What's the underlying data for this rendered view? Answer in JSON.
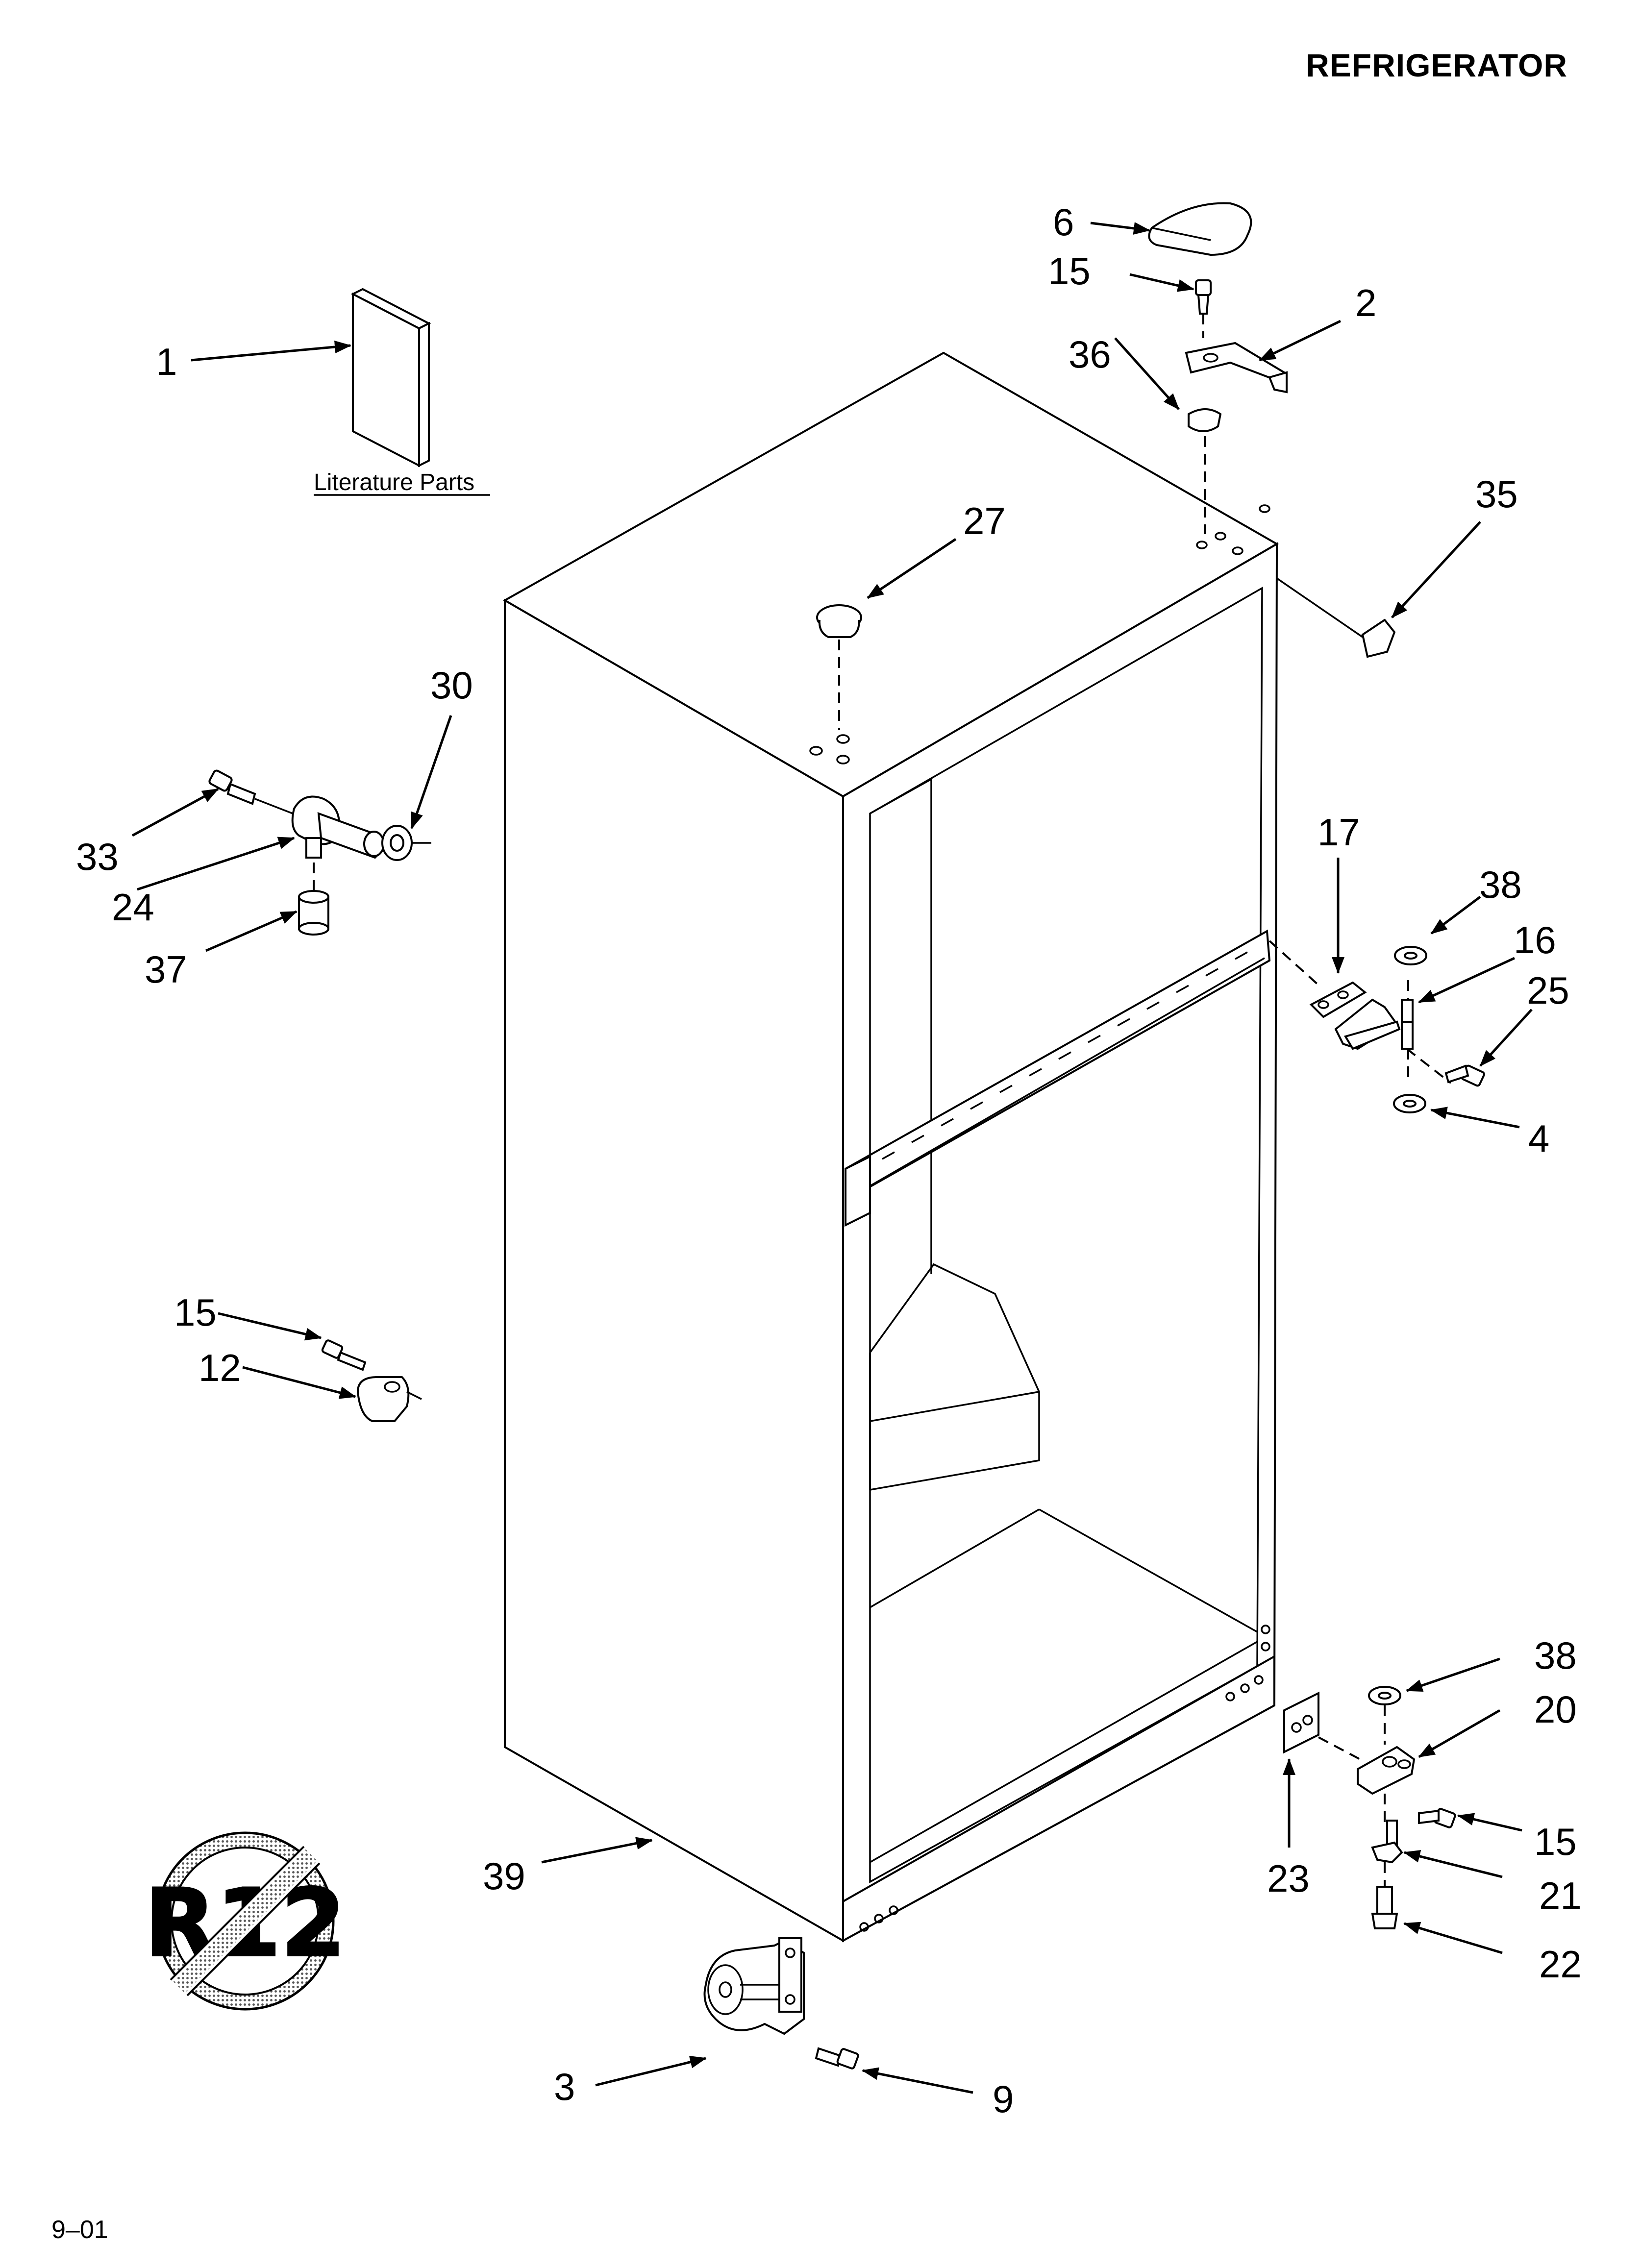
{
  "title": "REFRIGERATOR",
  "footer": "9–01",
  "literature_label": "Literature Parts",
  "logo_text": "R12",
  "callouts": {
    "c1": "1",
    "c2": "2",
    "c3": "3",
    "c4": "4",
    "c6": "6",
    "c9": "9",
    "c12": "12",
    "c15a": "15",
    "c15b": "15",
    "c15c": "15",
    "c16": "16",
    "c17": "17",
    "c20": "20",
    "c21": "21",
    "c22": "22",
    "c23": "23",
    "c24": "24",
    "c25": "25",
    "c27": "27",
    "c30": "30",
    "c33": "33",
    "c35": "35",
    "c36": "36",
    "c37": "37",
    "c38a": "38",
    "c38b": "38",
    "c39": "39"
  }
}
